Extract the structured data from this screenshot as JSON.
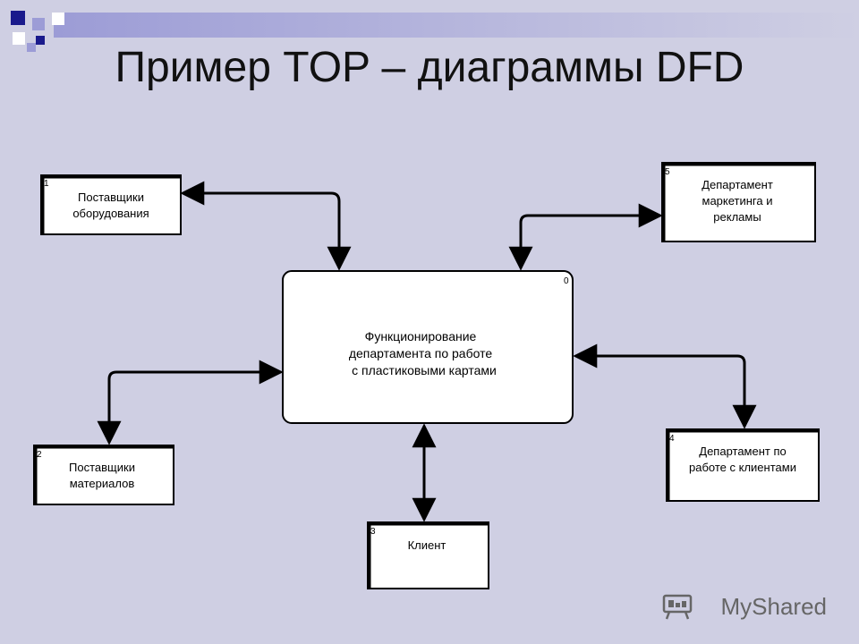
{
  "slide": {
    "title": "Пример TOP – диаграммы DFD"
  },
  "diagram": {
    "process": {
      "number": "0",
      "lines": [
        "Функционирование",
        "департамента по работе",
        "с пластиковыми картами"
      ]
    },
    "entities": [
      {
        "id": "suppliers-equipment",
        "number": "1",
        "lines": [
          "Поставщики",
          "оборудования"
        ]
      },
      {
        "id": "suppliers-materials",
        "number": "2",
        "lines": [
          "Поставщики",
          "материалов"
        ]
      },
      {
        "id": "client",
        "number": "3",
        "lines": [
          "Клиент"
        ]
      },
      {
        "id": "client-dept",
        "number": "4",
        "lines": [
          "Департамент по",
          "работе с клиентами"
        ]
      },
      {
        "id": "marketing-dept",
        "number": "5",
        "lines": [
          "Департамент",
          "маркетинга и",
          "рекламы"
        ]
      }
    ]
  },
  "watermark": {
    "text": "MyShared",
    "icon": "presentation-icon"
  },
  "colors": {
    "background": "#cfcfe3",
    "stroke": "#000000",
    "box_fill": "#ffffff",
    "deco_dark": "#1a1a8c",
    "deco_light": "#9c9cd6"
  }
}
